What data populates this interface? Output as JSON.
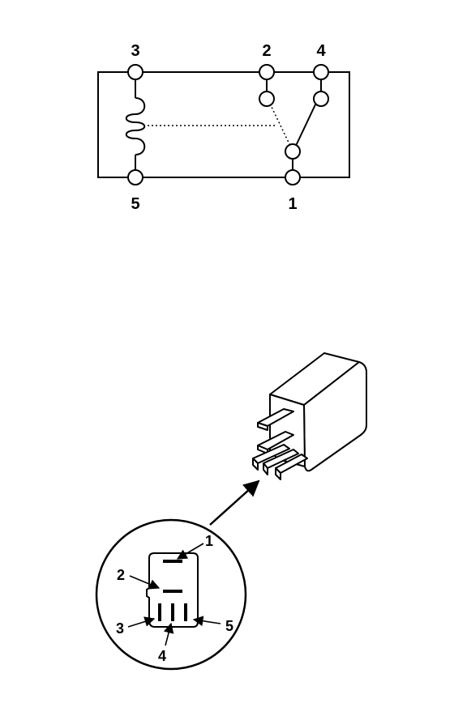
{
  "schematic": {
    "terminals": {
      "t3": "3",
      "t2": "2",
      "t4": "4",
      "t5": "5",
      "t1": "1"
    }
  },
  "connector_view": {
    "callouts": {
      "c1": "1",
      "c2": "2",
      "c3": "3",
      "c4": "4",
      "c5": "5"
    }
  }
}
